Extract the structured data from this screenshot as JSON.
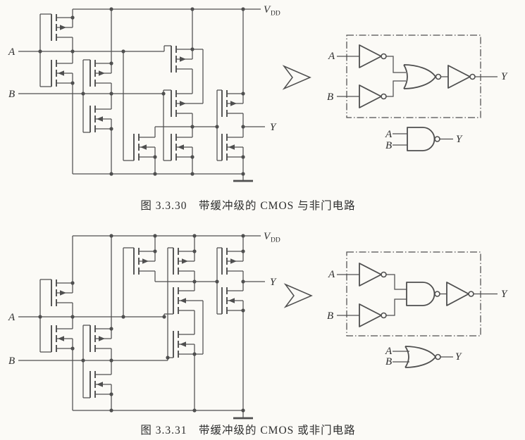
{
  "colors": {
    "line": "#4f4f4f",
    "text": "#2d2d2d",
    "background": "#fbfaf6"
  },
  "fig30": {
    "caption": "图 3.3.30　带缓冲级的 CMOS 与非门电路",
    "schematic": {
      "input_a": "A",
      "input_b": "B",
      "vdd": "V",
      "vdd_sub": "DD",
      "output_y": "Y"
    },
    "logic": {
      "input_a": "A",
      "input_b": "B",
      "output_y": "Y"
    },
    "symbol": {
      "input_a": "A",
      "input_b": "B",
      "output_y": "Y"
    }
  },
  "fig31": {
    "caption": "图 3.3.31　带缓冲级的 CMOS 或非门电路",
    "schematic": {
      "input_a": "A",
      "input_b": "B",
      "vdd": "V",
      "vdd_sub": "DD",
      "output_y": "Y"
    },
    "logic": {
      "input_a": "A",
      "input_b": "B",
      "output_y": "Y"
    },
    "symbol": {
      "input_a": "A",
      "input_b": "B",
      "output_y": "Y"
    }
  }
}
